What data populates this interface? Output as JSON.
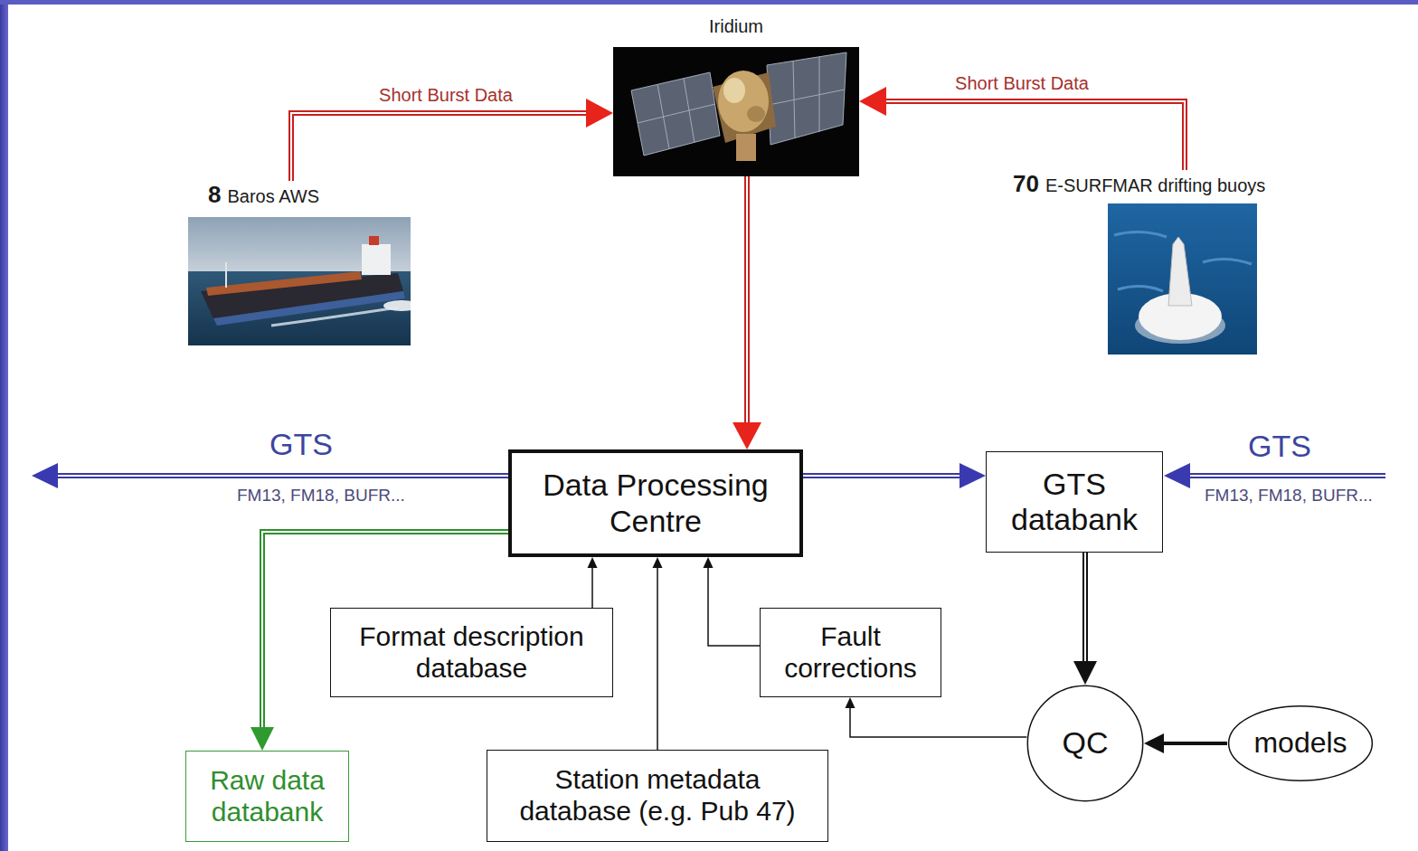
{
  "diagram": {
    "nodes": [
      {
        "text": [
          "Iridium"
        ]
      },
      {
        "text": [
          "8",
          "Baros AWS"
        ]
      },
      {
        "text": [
          "70",
          "E-SURFMAR drifting buoys"
        ]
      },
      {
        "text": [
          "Data Processing Centre"
        ]
      },
      {
        "text": [
          "GTS databank"
        ]
      },
      {
        "text": [
          "Format description database"
        ]
      },
      {
        "text": [
          "Fault corrections"
        ]
      },
      {
        "text": [
          "QC"
        ]
      },
      {
        "text": [
          "models"
        ]
      },
      {
        "text": [
          "Raw data databank"
        ]
      },
      {
        "text": [
          "Station metadata database (e.g. Pub 47)"
        ]
      }
    ],
    "edges": [
      {
        "from": 1,
        "to": 0,
        "label": "Short Burst Data",
        "arrow": "to"
      },
      {
        "from": 2,
        "to": 0,
        "label": "Short Burst Data",
        "arrow": "to"
      },
      {
        "from": 0,
        "to": 3,
        "arrow": "to"
      },
      {
        "from": 3,
        "to": 4,
        "arrow": "to"
      },
      {
        "from": 3,
        "to": 9,
        "arrow": "to"
      },
      {
        "from": 5,
        "to": 3,
        "arrow": "to"
      },
      {
        "from": 10,
        "to": 3,
        "arrow": "to"
      },
      {
        "from": 6,
        "to": 3,
        "arrow": "to"
      },
      {
        "from": 4,
        "to": 7,
        "arrow": "to"
      },
      {
        "from": 8,
        "to": 7,
        "arrow": "to"
      },
      {
        "from": 7,
        "to": 6,
        "arrow": "to"
      }
    ],
    "labels": [
      "GTS",
      "FM13, FM18, BUFR...",
      "GTS",
      "FM13, FM18, BUFR..."
    ]
  }
}
